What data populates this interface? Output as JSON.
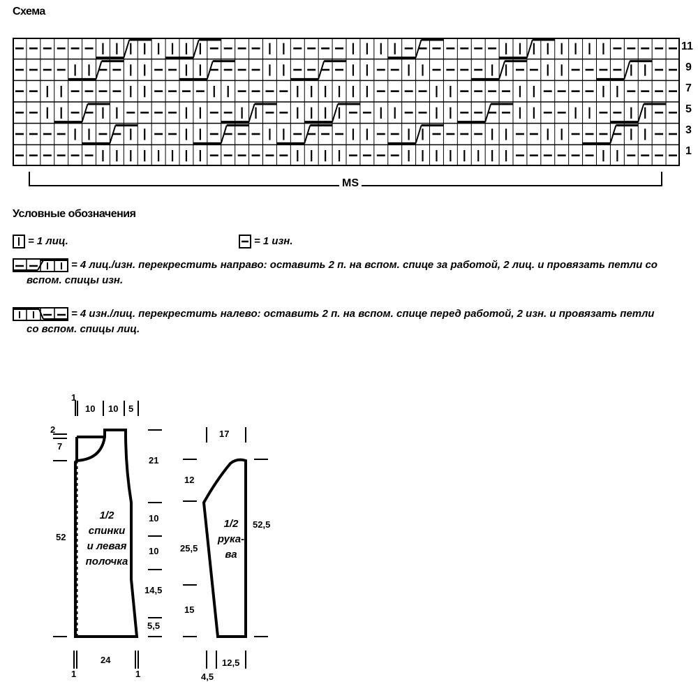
{
  "scheme": {
    "title": "Схема",
    "row_numbers": [
      "11",
      "9",
      "7",
      "5",
      "3",
      "1"
    ],
    "repeat_label": "MS"
  },
  "legend": {
    "title": "Условные обозначения",
    "knit_text": "= 1 лиц.",
    "purl_text": "= 1 изн.",
    "cross_right_text_1": "= 4 лиц./изн. перекрестить направо: оставить 2 п. на вспом. спице за работой, 2 лиц. и провязать петли со",
    "cross_right_text_2": "вспом. спицы изн.",
    "cross_left_text_1": "= 4 изн./лиц. перекрестить налево: оставить 2 п. на вспом. спице перед работой, 2 изн. и провязать петли",
    "cross_left_text_2": "со вспом. спицы лиц."
  },
  "back_piece": {
    "label_line1": "1/2",
    "label_line2": "спинки",
    "label_line3": "и левая",
    "label_line4": "полочка",
    "top_dims": [
      "1",
      "10",
      "10",
      "5"
    ],
    "left_dims": [
      "2",
      "7",
      "52"
    ],
    "right_dims": [
      "21",
      "10",
      "10",
      "14,5",
      "5,5"
    ],
    "bottom_dims": [
      "1",
      "24",
      "1"
    ]
  },
  "sleeve_piece": {
    "label_line1": "1/2",
    "label_line2": "рука-",
    "label_line3": "ва",
    "top_dim": "17",
    "left_dims": [
      "12",
      "25,5",
      "15"
    ],
    "right_dim": "52,5",
    "bottom_dims": [
      "4,5",
      "12,5"
    ]
  }
}
